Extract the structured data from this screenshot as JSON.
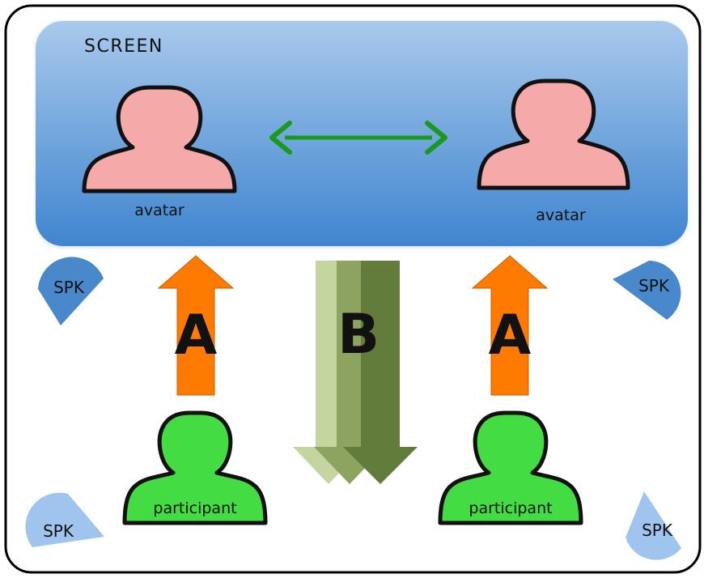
{
  "screen": {
    "label": "SCREEN",
    "colors": {
      "fill_top": "#a9c9ec",
      "fill_bottom": "#3f85cf"
    }
  },
  "avatars": [
    {
      "label": "avatar",
      "color": "#f6a9a9"
    },
    {
      "label": "avatar",
      "color": "#f6a9a9"
    }
  ],
  "link_arrow": {
    "color": "#1a9a1a"
  },
  "participants": [
    {
      "label": "participant",
      "color": "#43dc43"
    },
    {
      "label": "participant",
      "color": "#43dc43"
    }
  ],
  "flow_a": {
    "label": "A",
    "color": "#ff7a00"
  },
  "flow_b": {
    "label": "B",
    "colors": [
      "#c5d5a0",
      "#8da360",
      "#627c3c"
    ]
  },
  "speakers": [
    {
      "label": "SPK",
      "color": "#4a88cc"
    },
    {
      "label": "SPK",
      "color": "#4a88cc"
    },
    {
      "label": "SPK",
      "color": "#9fc4ee"
    },
    {
      "label": "SPK",
      "color": "#9fc4ee"
    }
  ]
}
